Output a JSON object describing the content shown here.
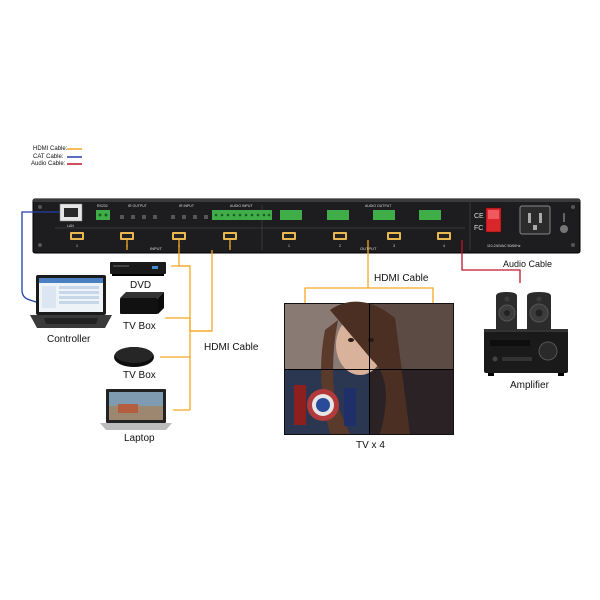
{
  "legend": {
    "hdmi_label": "HDMI Cable:",
    "cat_label": "CAT Cable:",
    "audio_label": "Audio Cable:",
    "hdmi_color": "#f5a623",
    "cat_color": "#1f3fa8",
    "audio_color": "#c0152a"
  },
  "panel": {
    "input_label": "INPUT",
    "output_label": "OUTPUT",
    "lan_label": "LAN",
    "ir_out_label": "IR OUTPUT",
    "ir_in_label": "IR INPUT",
    "rs232_label": "RS232",
    "audio_input_label": "AUDIO INPUT",
    "audio_output_label": "AUDIO OUTPUT",
    "port_numbers": [
      "1",
      "2",
      "3",
      "4"
    ],
    "power_rating": "110-240VAC 50/60Hz"
  },
  "devices": {
    "dvd": "DVD",
    "tv_box_1": "TV Box",
    "tv_box_2": "TV Box",
    "laptop": "Laptop",
    "controller": "Controller",
    "amplifier": "Amplifier",
    "tv_wall": "TV x 4"
  },
  "cables": {
    "hdmi_input": "HDMI Cable",
    "hdmi_output": "HDMI Cable",
    "audio": "Audio Cable"
  },
  "icons": [
    "rj45-port-icon",
    "hdmi-port-icon",
    "terminal-block-icon",
    "power-switch-icon",
    "power-socket-icon",
    "ground-icon"
  ]
}
